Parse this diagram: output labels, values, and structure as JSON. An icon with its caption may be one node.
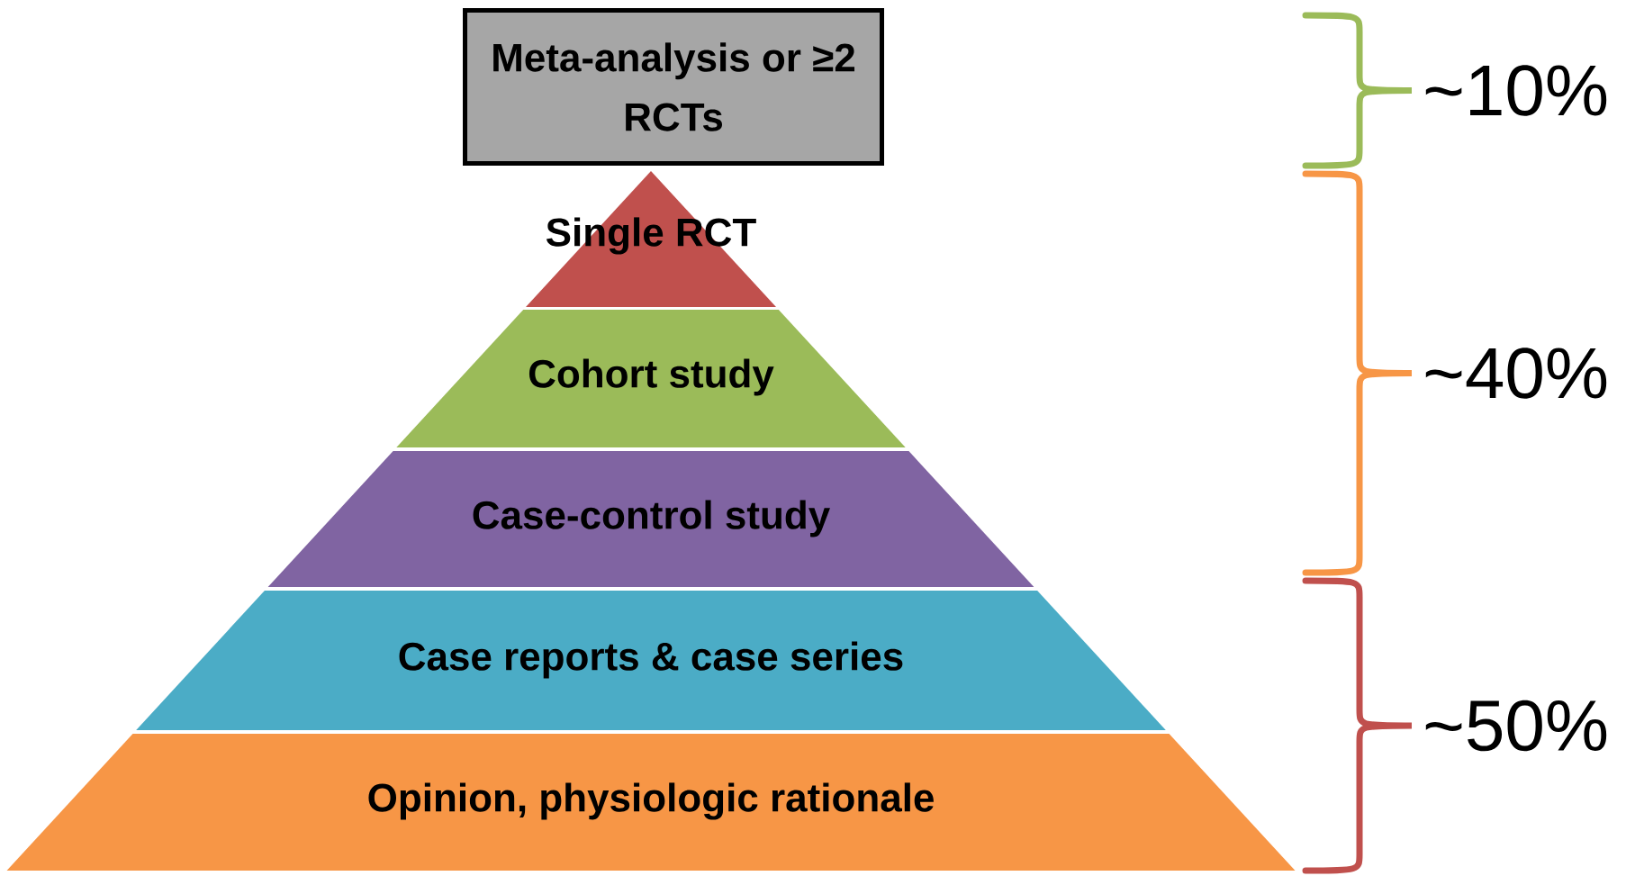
{
  "diagram": {
    "nodes": [
      {
        "text": [
          "Meta-analysis or ≥2 RCTs"
        ]
      },
      {
        "text": [
          "Single RCT"
        ]
      },
      {
        "text": [
          "Cohort study"
        ]
      },
      {
        "text": [
          "Case-control study"
        ]
      },
      {
        "text": [
          "Case reports & case series"
        ]
      },
      {
        "text": [
          "Opinion, physiologic rationale"
        ]
      }
    ],
    "labels": [
      "~10%",
      "~40%",
      "~50%"
    ]
  }
}
